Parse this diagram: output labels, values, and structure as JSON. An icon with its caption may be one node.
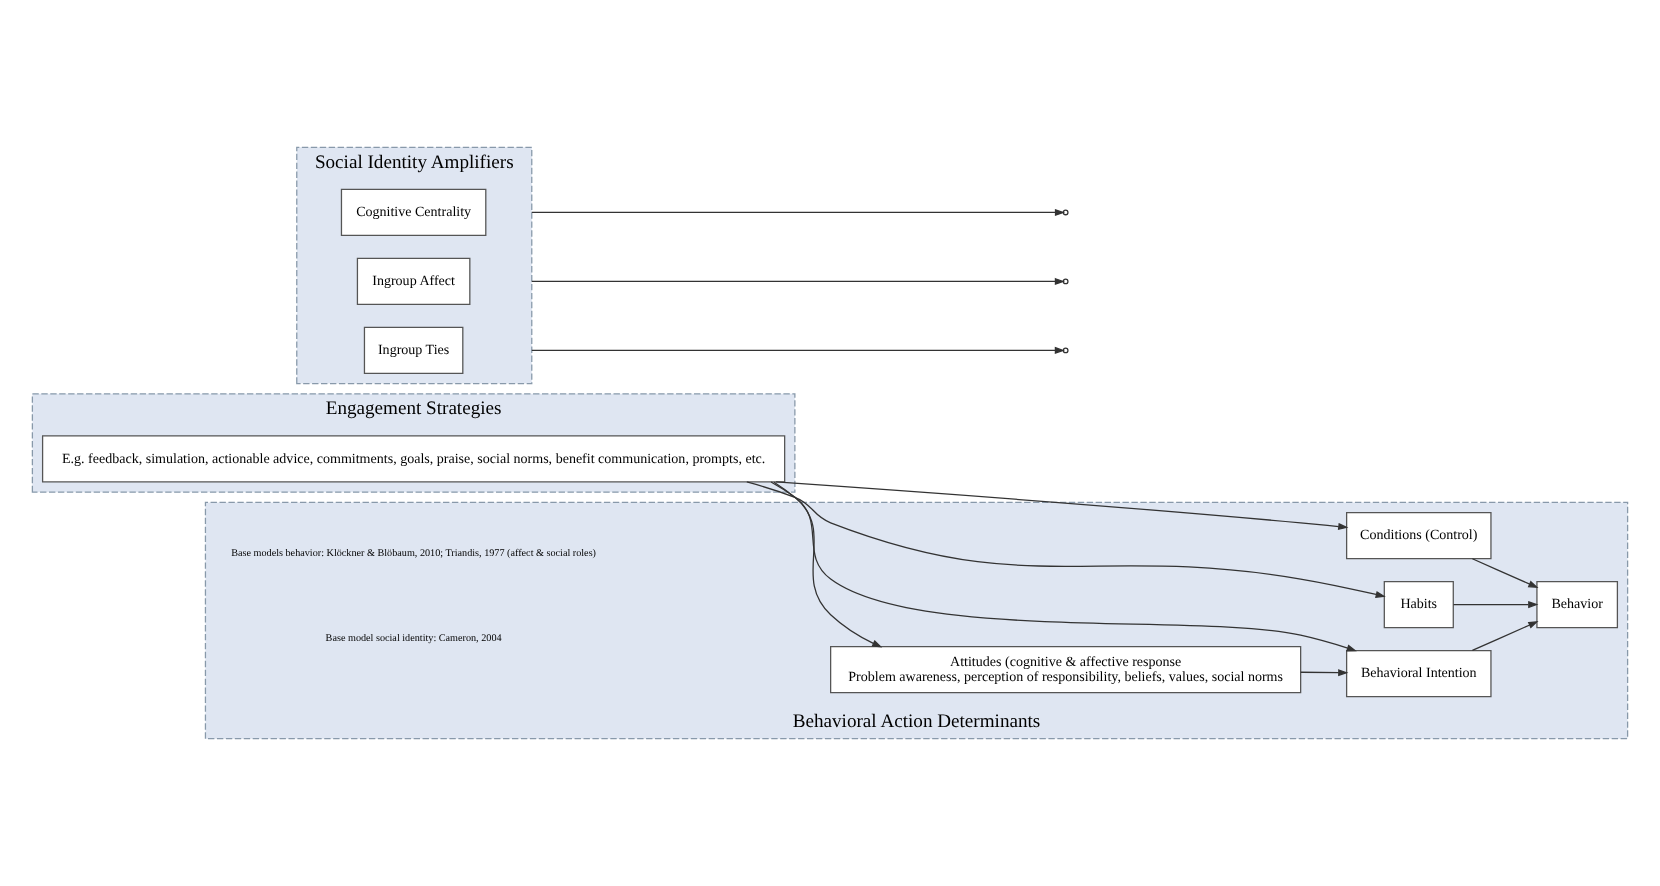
{
  "diagram": {
    "nodes": [
      {
        "text": [
          "Engagement Strategies"
        ]
      },
      {
        "text": [
          "E.g. feedback, simulation, actionable advice, commitments, goals, praise, social norms, benefit communication, prompts, etc."
        ],
        "in": 0
      },
      {
        "text": [
          "Behavioral Action Determinants"
        ]
      },
      {
        "text": [
          "Habits"
        ],
        "in": 2
      },
      {
        "text": [
          "Behavioral Intention"
        ],
        "in": 2
      },
      {
        "text": [
          "Behavior"
        ],
        "in": 2
      },
      {
        "text": [
          "Attitudes (cognitive & affective response",
          "Problem awareness, perception of responsibility, beliefs, values, social norms"
        ],
        "in": 2
      },
      {
        "text": [
          "Conditions (Control)"
        ],
        "in": 2
      },
      {
        "text": [
          "Social Identity Amplifiers"
        ]
      },
      {
        "text": [
          "Cognitive Centrality"
        ],
        "in": 8
      },
      {
        "text": [
          "Ingroup Affect"
        ],
        "in": 8
      },
      {
        "text": [
          "Ingroup Ties"
        ],
        "in": 8
      }
    ],
    "edges": [
      {
        "from": 1,
        "to": 3,
        "arrow": "to"
      },
      {
        "from": 1,
        "to": 4,
        "arrow": "to"
      },
      {
        "from": 1,
        "to": 6,
        "arrow": "to"
      },
      {
        "from": 1,
        "to": 7,
        "arrow": "to"
      },
      {
        "from": 8,
        "to": null,
        "arrow": "to"
      },
      {
        "from": 8,
        "to": null,
        "arrow": "to"
      },
      {
        "from": 8,
        "to": null,
        "arrow": "to"
      },
      {
        "from": 6,
        "to": 4,
        "arrow": "to"
      },
      {
        "from": 3,
        "to": 5,
        "arrow": "to"
      },
      {
        "from": 4,
        "to": 5,
        "arrow": "to"
      },
      {
        "from": 7,
        "to": 5,
        "arrow": "to"
      }
    ],
    "labels": [
      "Base models behavior: Klöckner & Blöbaum, 2010; Triandis, 1977 (affect & social roles)",
      "Base model social identity: Cameron, 2004"
    ]
  }
}
